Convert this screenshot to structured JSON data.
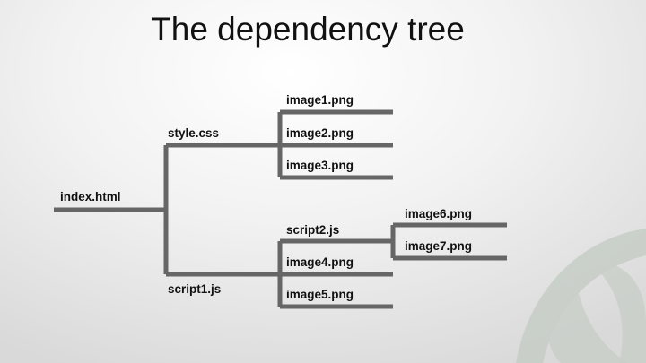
{
  "slide": {
    "title": "The dependency tree"
  },
  "tree": {
    "root": "index.html",
    "style": "style.css",
    "script1": "script1.js",
    "script2": "script2.js",
    "images": [
      "image1.png",
      "image2.png",
      "image3.png",
      "image4.png",
      "image5.png",
      "image6.png",
      "image7.png"
    ]
  },
  "colors": {
    "line": "#666666",
    "logo": "#c9d0c9"
  }
}
